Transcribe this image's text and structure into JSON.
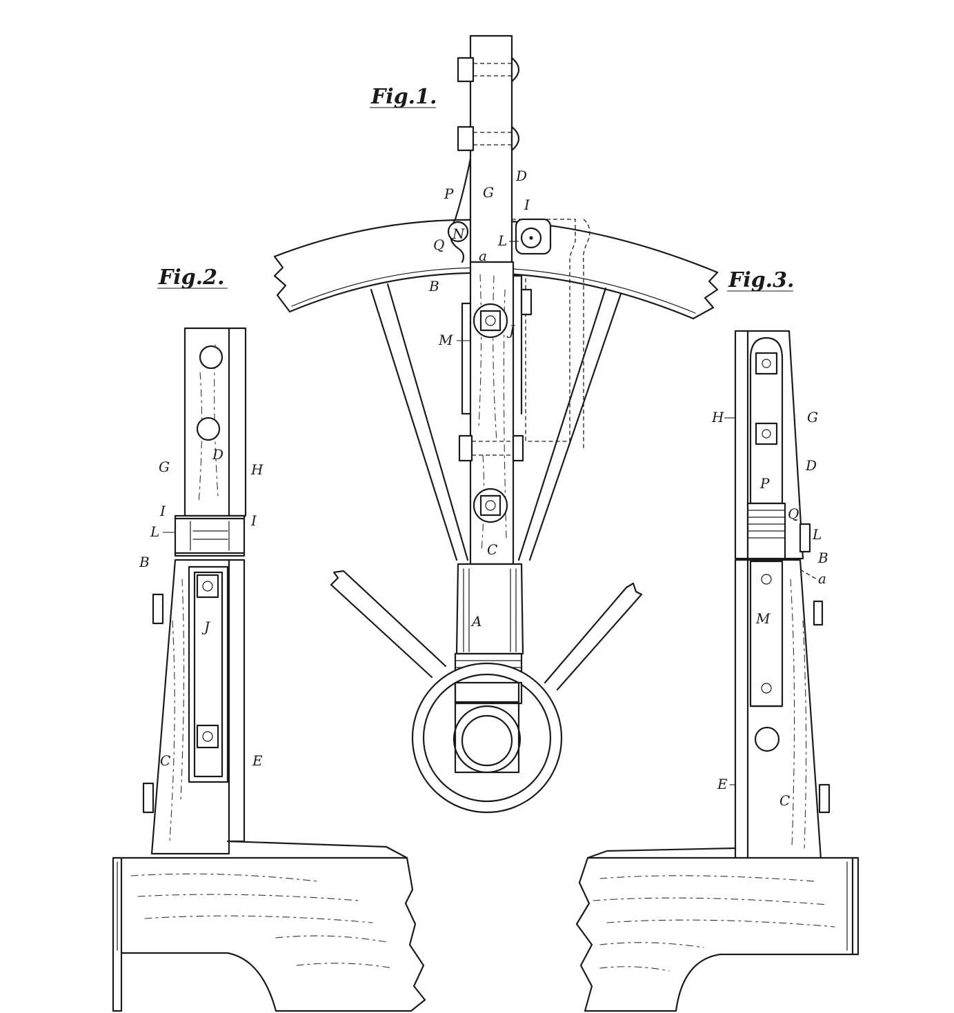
{
  "figures": {
    "fig1": "Fig.1.",
    "fig2": "Fig.2.",
    "fig3": "Fig.3."
  },
  "fig1_labels": {
    "D": "D",
    "G": "G",
    "P": "P",
    "I": "I",
    "N": "N",
    "L": "L",
    "Q": "Q",
    "a": "a",
    "B": "B",
    "M": "M",
    "J": "J",
    "C": "C",
    "A": "A"
  },
  "fig2_labels": {
    "D": "D",
    "G": "G",
    "H": "H",
    "I_left": "I",
    "I_right": "I",
    "L": "L",
    "B": "B",
    "J": "J",
    "C": "C",
    "E": "E"
  },
  "fig3_labels": {
    "H": "H",
    "G": "G",
    "D": "D",
    "P": "P",
    "Q": "Q",
    "L": "L",
    "B": "B",
    "a": "a",
    "M": "M",
    "E": "E",
    "C": "C"
  }
}
